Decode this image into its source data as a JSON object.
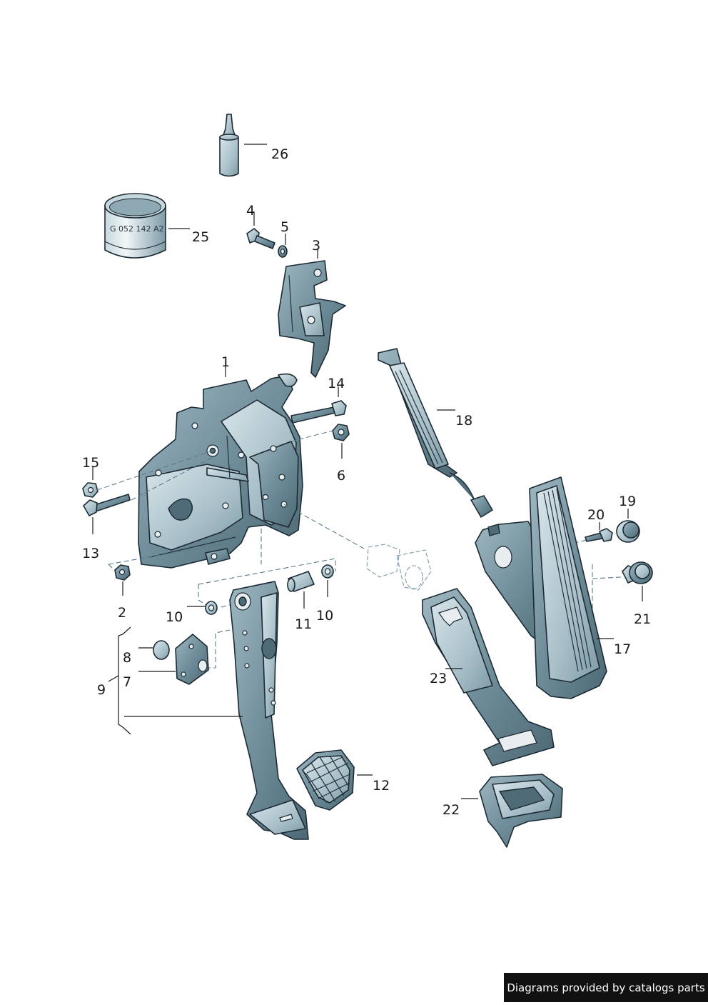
{
  "diagram": {
    "callouts": [
      {
        "id": "c1",
        "label": "1"
      },
      {
        "id": "c2",
        "label": "2"
      },
      {
        "id": "c3",
        "label": "3"
      },
      {
        "id": "c4",
        "label": "4"
      },
      {
        "id": "c5",
        "label": "5"
      },
      {
        "id": "c6",
        "label": "6"
      },
      {
        "id": "c7",
        "label": "7"
      },
      {
        "id": "c8",
        "label": "8"
      },
      {
        "id": "c9",
        "label": "9"
      },
      {
        "id": "c10a",
        "label": "10"
      },
      {
        "id": "c10b",
        "label": "10"
      },
      {
        "id": "c11",
        "label": "11"
      },
      {
        "id": "c12",
        "label": "12"
      },
      {
        "id": "c13",
        "label": "13"
      },
      {
        "id": "c14",
        "label": "14"
      },
      {
        "id": "c15",
        "label": "15"
      },
      {
        "id": "c17",
        "label": "17"
      },
      {
        "id": "c18",
        "label": "18"
      },
      {
        "id": "c19",
        "label": "19"
      },
      {
        "id": "c20",
        "label": "20"
      },
      {
        "id": "c21",
        "label": "21"
      },
      {
        "id": "c22",
        "label": "22"
      },
      {
        "id": "c23",
        "label": "23"
      },
      {
        "id": "c25",
        "label": "25"
      },
      {
        "id": "c26",
        "label": "26"
      }
    ],
    "grease_tin_print": "G 052 142 A2"
  },
  "footer": {
    "text": "Diagrams provided by catalogs parts",
    "background": "#111111",
    "color": "#ffffff"
  },
  "colors": {
    "part_fill": "#6f8d9a",
    "part_light": "#a9c0c9",
    "outline": "#1c2a33"
  }
}
